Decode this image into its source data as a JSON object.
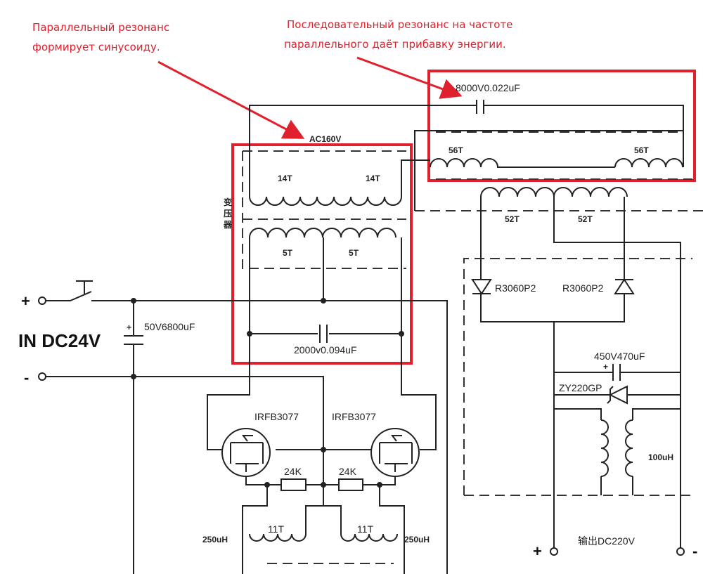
{
  "annotations": {
    "parallel_line1": "Параллельный резонанс",
    "parallel_line2": "формирует синусоиду.",
    "series_line1": "Последовательный резонанс на частоте",
    "series_line2": "параллельного даёт прибавку энергии."
  },
  "input": {
    "label": "IN DC24V",
    "plus": "+",
    "minus": "-",
    "cap": "50V6800uF",
    "cap_plus": "+"
  },
  "transformer": {
    "voltage": "AC160V",
    "side_chars": [
      "变",
      "压",
      "器"
    ],
    "primary_left": "14T",
    "primary_right": "14T",
    "drive_left": "5T",
    "drive_right": "5T",
    "resonant_cap": "2000v0.094uF"
  },
  "series_branch": {
    "cap": "8000V0.022uF",
    "winding_left": "56T",
    "winding_right": "56T"
  },
  "output_stage": {
    "winding_left": "52T",
    "winding_right": "52T",
    "diode_left": "R3060P2",
    "diode_right": "R3060P2",
    "cap": "450V470uF",
    "cap_plus": "+",
    "tvs": "ZY220GP",
    "inductor": "100uH",
    "output_label": "输出DC220V",
    "plus": "+",
    "minus": "-"
  },
  "driver": {
    "mosfet_left": "IRFB3077",
    "mosfet_right": "IRFB3077",
    "resistor_left": "24K",
    "resistor_right": "24K",
    "coil_left": "11T",
    "coil_right": "11T",
    "choke_left": "250uH",
    "choke_right": "250uH"
  },
  "colors": {
    "highlight": "#e0202c",
    "wire": "#222222"
  }
}
